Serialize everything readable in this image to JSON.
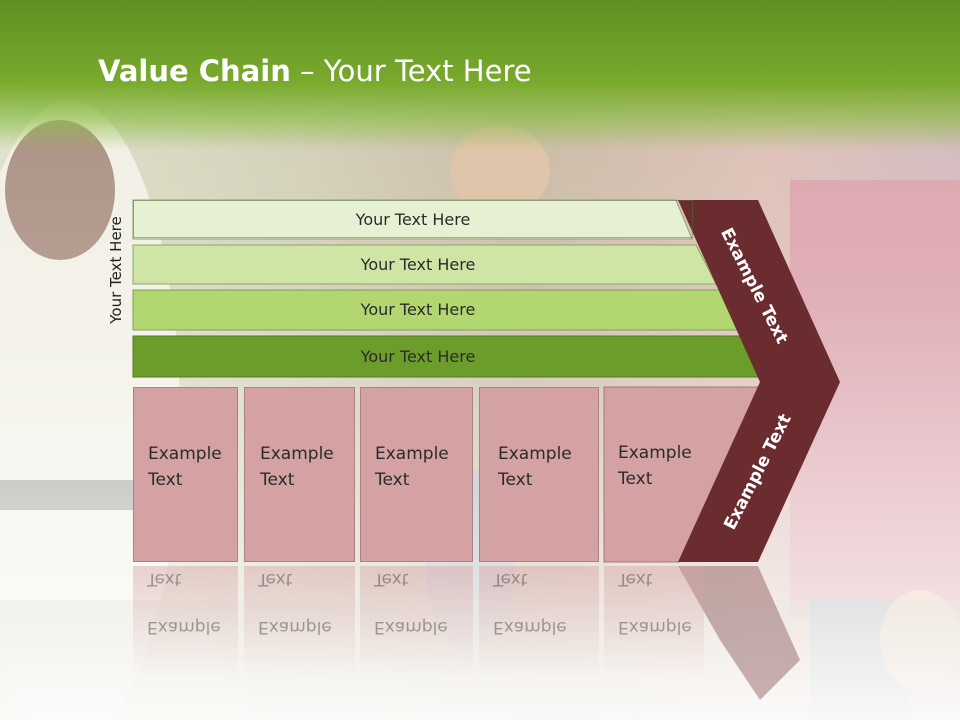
{
  "title": {
    "bold": "Value Chain",
    "rest": " – Your Text Here"
  },
  "side_label": "Your Text Here",
  "bands": [
    "Your Text Here",
    "Your Text Here",
    "Your Text Here",
    "Your Text Here"
  ],
  "cells": [
    {
      "line1": "Example",
      "line2": "Text"
    },
    {
      "line1": "Example",
      "line2": "Text"
    },
    {
      "line1": "Example",
      "line2": "Text"
    },
    {
      "line1": "Example",
      "line2": "Text"
    },
    {
      "line1": "Example",
      "line2": "Text"
    }
  ],
  "arrow": {
    "upper_label": "Example Text",
    "lower_label": "Example Text"
  },
  "colors": {
    "header_green": "#6e9e29",
    "band1": "#e6f1d3",
    "band2": "#cfe5a6",
    "band3": "#b2d670",
    "band4": "#6c9d2b",
    "cell_pink": "#d4a2a3",
    "arrow_maroon": "#6a2c2e"
  }
}
